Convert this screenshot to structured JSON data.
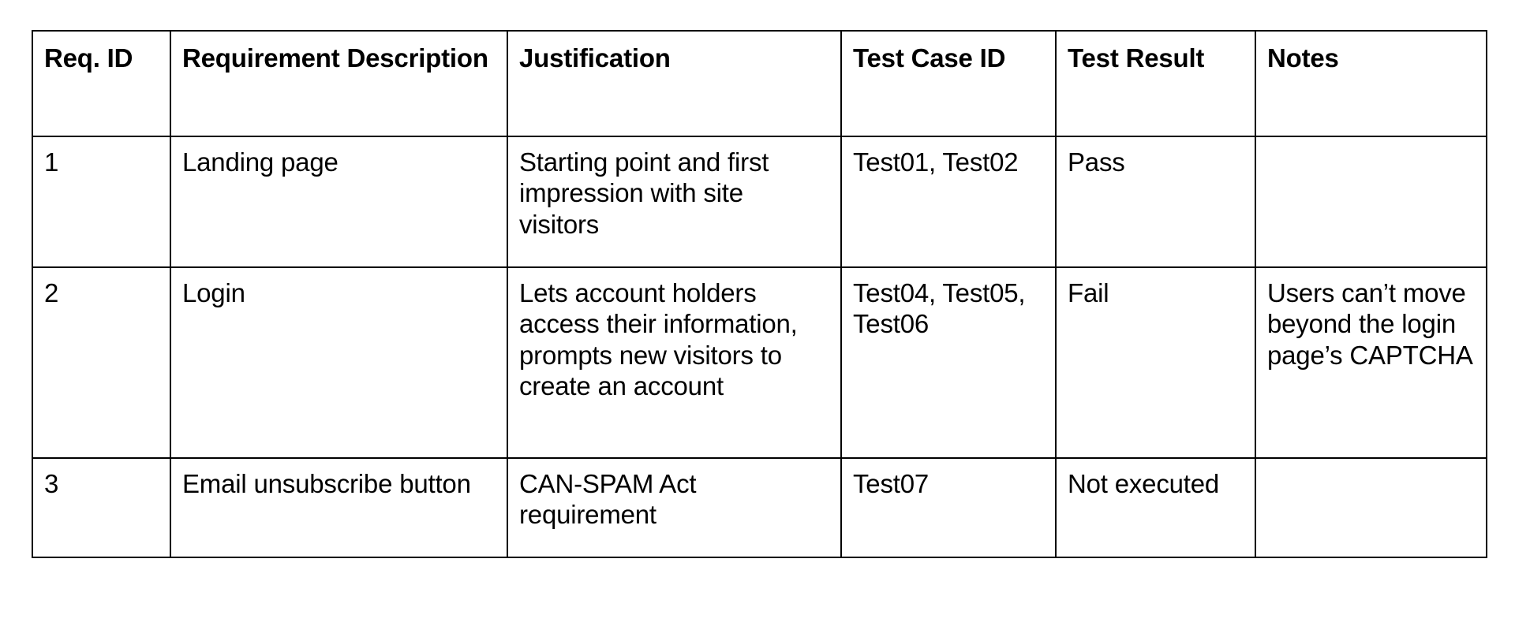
{
  "document": {
    "type": "requirements-traceability-table",
    "background_color": "#ffffff",
    "text_color": "#000000",
    "border_color": "#000000"
  },
  "table": {
    "columns": [
      {
        "key": "req_id",
        "label": "Req. ID"
      },
      {
        "key": "requirement_description",
        "label": "Requirement Description"
      },
      {
        "key": "justification",
        "label": "Justification"
      },
      {
        "key": "test_case_id",
        "label": "Test Case ID"
      },
      {
        "key": "test_result",
        "label": "Test Result"
      },
      {
        "key": "notes",
        "label": "Notes"
      }
    ],
    "rows": [
      {
        "req_id": "1",
        "requirement_description": "Landing page",
        "justification": "Starting point and first impression with site visitors",
        "test_case_id": "Test01, Test02",
        "test_result": "Pass",
        "notes": ""
      },
      {
        "req_id": "2",
        "requirement_description": "Login",
        "justification": "Lets account holders access their information, prompts new visitors to create an account",
        "test_case_id": "Test04, Test05, Test06",
        "test_result": "Fail",
        "notes": "Users can’t move beyond the login page’s CAPTCHA"
      },
      {
        "req_id": "3",
        "requirement_description": "Email unsubscribe button",
        "justification": "CAN-SPAM Act requirement",
        "test_case_id": "Test07",
        "test_result": "Not executed",
        "notes": ""
      }
    ]
  }
}
